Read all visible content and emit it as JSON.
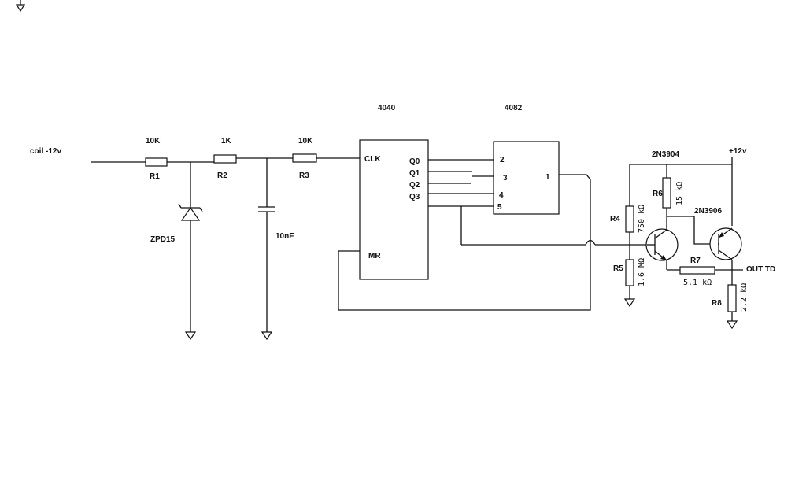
{
  "labels": {
    "input": "coil -12v",
    "r1_value": "10K",
    "r1_name": "R1",
    "r2_value": "1K",
    "r2_name": "R2",
    "r3_value": "10K",
    "r3_name": "R3",
    "zener": "ZPD15",
    "cap": "10nF",
    "ic1": "4040",
    "ic1_clk": "CLK",
    "ic1_q0": "Q0",
    "ic1_q1": "Q1",
    "ic1_q2": "Q2",
    "ic1_q3": "Q3",
    "ic1_mr": "MR",
    "ic2": "4082",
    "ic2_pin2": "2",
    "ic2_pin3": "3",
    "ic2_pin4": "4",
    "ic2_pin5": "5",
    "ic2_pin1": "1",
    "q1": "2N3904",
    "q2": "2N3906",
    "supply": "+12v",
    "r4_name": "R4",
    "r4_value": "750 kΩ",
    "r5_name": "R5",
    "r5_value": "1.6 MΩ",
    "r6_name": "R6",
    "r6_value": "15 kΩ",
    "r7_name": "R7",
    "r7_value": "5.1 kΩ",
    "r8_name": "R8",
    "r8_value": "2.2 kΩ",
    "output": "OUT TD"
  }
}
